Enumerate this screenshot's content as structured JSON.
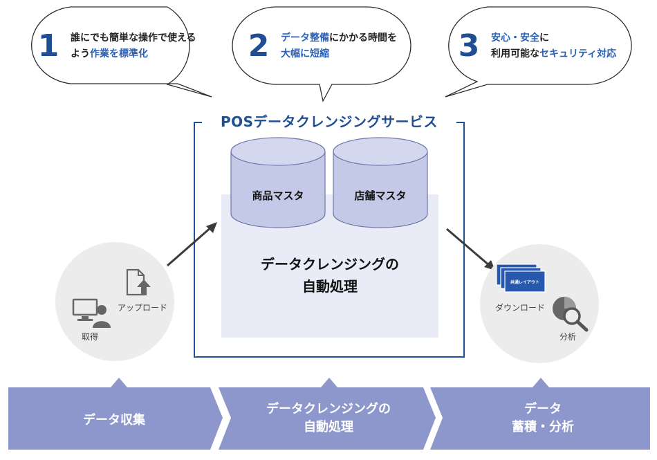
{
  "bubbles": [
    {
      "number": "1",
      "line1": "誰にでも簡単な操作で使える",
      "line2_prefix": "よう",
      "line2_highlight": "作業を標準化",
      "line2_suffix": ""
    },
    {
      "number": "2",
      "line1_highlight": "データ整備",
      "line1_suffix": "にかかる時間を",
      "line2_highlight": "大幅に短縮"
    },
    {
      "number": "3",
      "line1_highlight": "安心・安全",
      "line1_suffix": "に",
      "line2_prefix": "利用可能な",
      "line2_highlight": "セキュリティ対応"
    }
  ],
  "service": {
    "title": "POSデータクレンジングサービス",
    "master1": "商品マスタ",
    "master2": "店舗マスタ",
    "process_line1": "データクレンジングの",
    "process_line2": "自動処理"
  },
  "left_circle": {
    "upload_label": "アップロード",
    "acquire_label": "取得"
  },
  "right_circle": {
    "layout_badge": "共通レイアウト",
    "download_label": "ダウンロード",
    "analysis_label": "分析"
  },
  "band": {
    "step1": "データ収集",
    "step2_line1": "データクレンジングの",
    "step2_line2": "自動処理",
    "step3_line1": "データ",
    "step3_line2": "蓄積・分析"
  },
  "colors": {
    "brand_blue": "#1f4e93",
    "highlight_blue": "#2a61b8",
    "bubble_fill": "#ffffff",
    "bubble_stroke": "#2d2d2d",
    "band_fill": "#8d97cc",
    "cylinder_fill": "#c3c9e6",
    "process_fill": "#e9ecf7",
    "circle_fill": "#ececec",
    "icon_gray": "#666666",
    "layout_blue": "#2659ad"
  }
}
